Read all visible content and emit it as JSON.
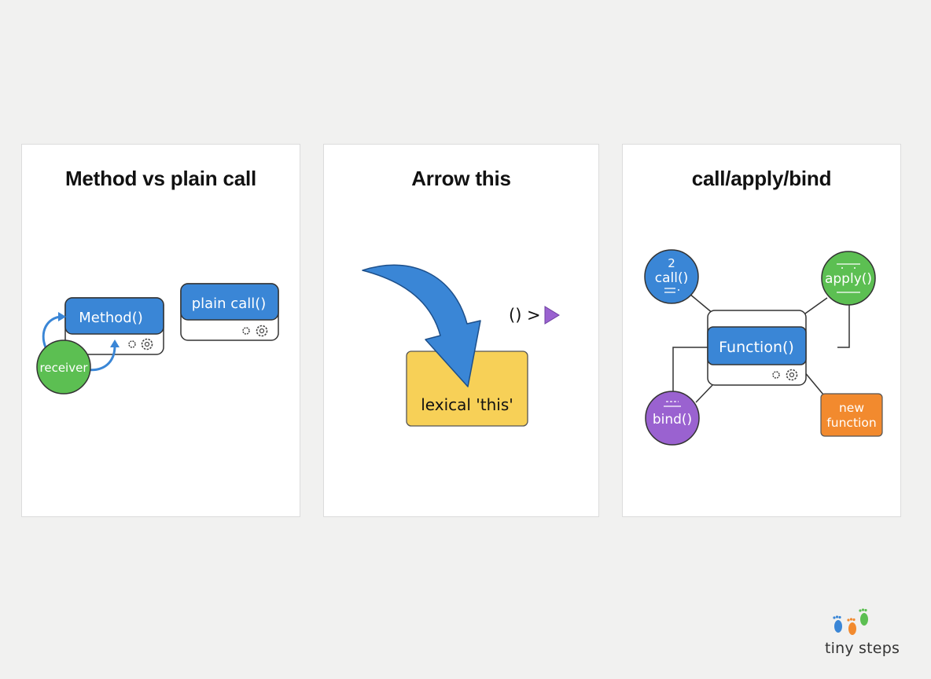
{
  "panels": [
    {
      "title": "Method vs plain call",
      "method_label": "Method()",
      "plain_call_label": "plain call()",
      "receiver_label": "receiver"
    },
    {
      "title": "Arrow this",
      "arrow_syntax_label": "() >",
      "lexical_label": "lexical 'this'"
    },
    {
      "title": "call/apply/bind",
      "function_label": "Function()",
      "call_label": "call()",
      "call_number": "2",
      "apply_label": "apply()",
      "bind_label": "bind()",
      "new_function_line1": "new",
      "new_function_line2": "function"
    }
  ],
  "brand": {
    "text": "tiny steps"
  },
  "colors": {
    "blue": "#3a86d6",
    "green": "#5cbf52",
    "yellow": "#f7d057",
    "purple": "#9a62d0",
    "orange": "#f28a2e",
    "background": "#f1f1f0"
  },
  "icons": [
    "gear-icon",
    "arrow-icon",
    "play-triangle-icon",
    "footprints-icon"
  ]
}
